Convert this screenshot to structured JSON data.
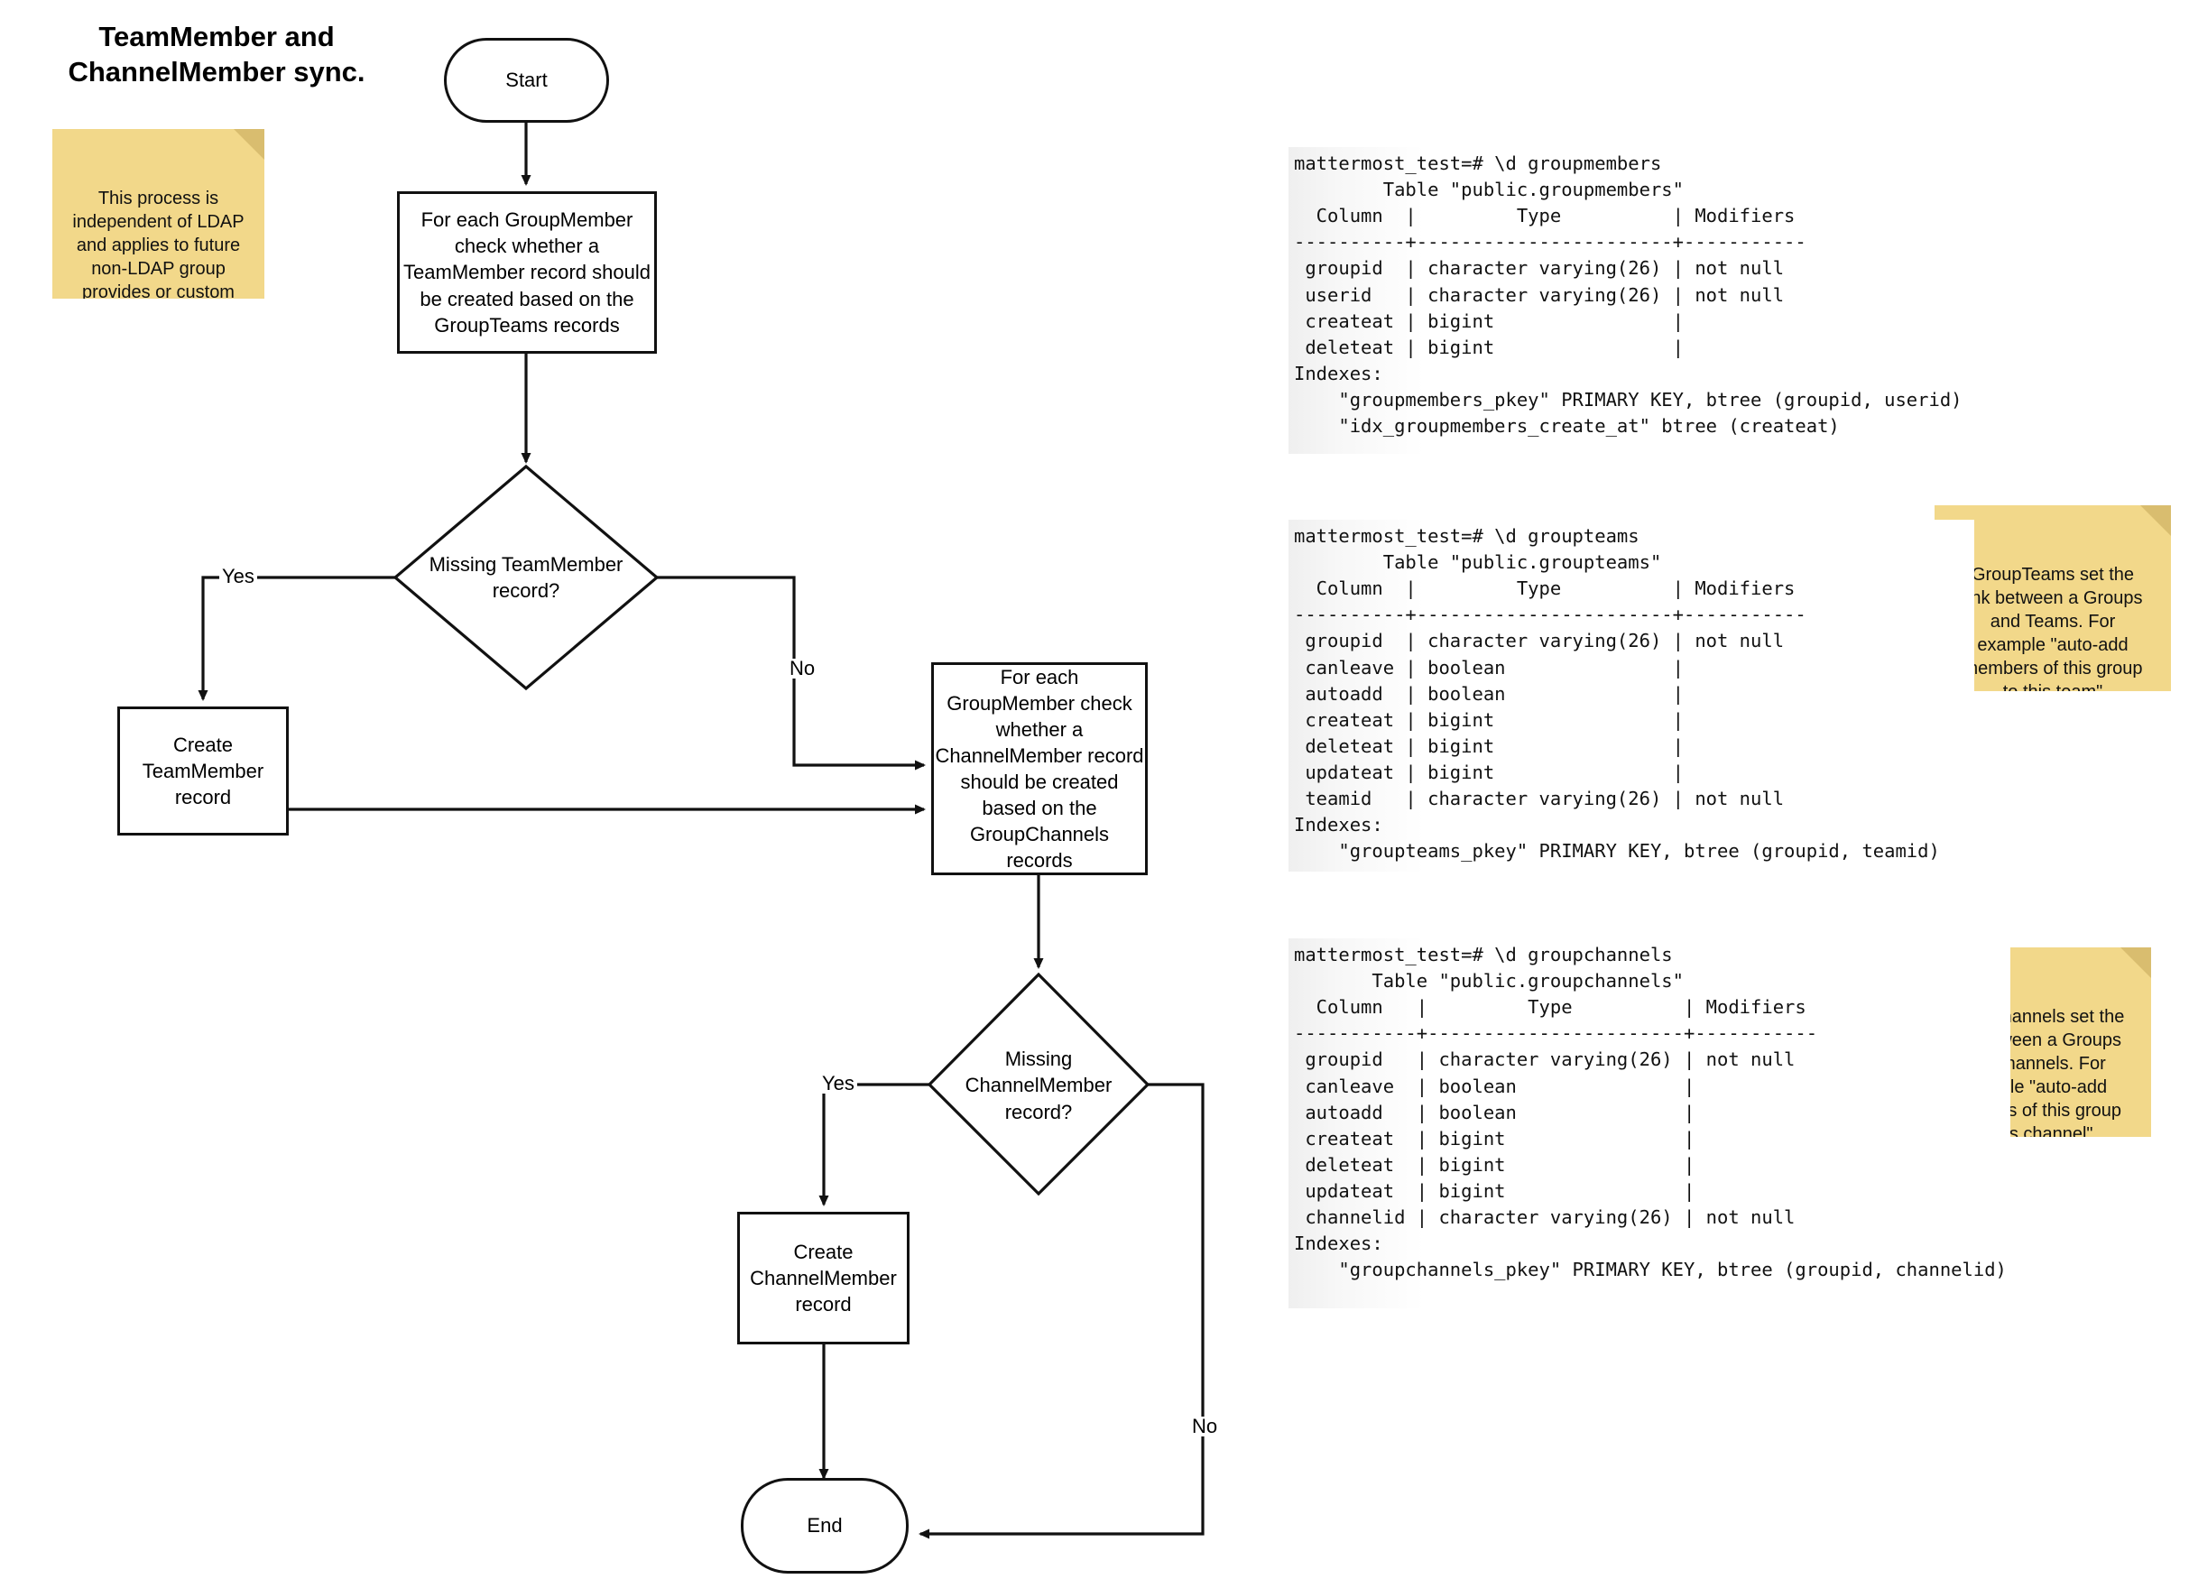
{
  "title": "TeamMember and\nChannelMember sync.",
  "flow": {
    "nodes": [
      {
        "id": "start",
        "type": "terminal",
        "label": "Start"
      },
      {
        "id": "proc1",
        "type": "process",
        "label": "For each GroupMember\ncheck whether a\nTeamMember record should\nbe created based on the\nGroupTeams records"
      },
      {
        "id": "decision1",
        "type": "decision",
        "label": "Missing TeamMember\nrecord?"
      },
      {
        "id": "createteam",
        "type": "process",
        "label": "Create\nTeamMember\nrecord"
      },
      {
        "id": "proc2",
        "type": "process",
        "label": "For each\nGroupMember check\nwhether a\nChannelMember record\nshould be created\nbased on the\nGroupChannels\nrecords"
      },
      {
        "id": "decision2",
        "type": "decision",
        "label": "Missing\nChannelMember\nrecord?"
      },
      {
        "id": "createchan",
        "type": "process",
        "label": "Create\nChannelMember\nrecord"
      },
      {
        "id": "end",
        "type": "terminal",
        "label": "End"
      }
    ],
    "edge_labels": {
      "d1_yes": "Yes",
      "d1_no": "No",
      "d2_yes": "Yes",
      "d2_no": "No"
    }
  },
  "notes": [
    {
      "id": "note-ldap",
      "text": "This process is\nindependent of LDAP\nand applies to future\nnon-LDAP group\nprovides or custom\ngroups"
    },
    {
      "id": "note-groupteams",
      "text": "GroupTeams set the\nlink between a Groups\nand Teams. For\nexample \"auto-add\nmembers of this group\nto this team\""
    },
    {
      "id": "note-groupchannels",
      "text": "GroupChannels set the\nlink between a Groups\nand Channels. For\nexample \"auto-add\nmembers of this group\nto this channel\""
    }
  ],
  "terminals": [
    {
      "id": "term-groupmembers",
      "prompt": "mattermost_test=# \\d groupmembers",
      "text": "mattermost_test=# \\d groupmembers\n        Table \"public.groupmembers\"\n  Column  |         Type          | Modifiers\n----------+-----------------------+-----------\n groupid  | character varying(26) | not null\n userid   | character varying(26) | not null\n createat | bigint                |\n deleteat | bigint                |\nIndexes:\n    \"groupmembers_pkey\" PRIMARY KEY, btree (groupid, userid)\n    \"idx_groupmembers_create_at\" btree (createat)"
    },
    {
      "id": "term-groupteams",
      "prompt": "mattermost_test=# \\d groupteams",
      "text": "mattermost_test=# \\d groupteams\n        Table \"public.groupteams\"\n  Column  |         Type          | Modifiers\n----------+-----------------------+-----------\n groupid  | character varying(26) | not null\n canleave | boolean               |\n autoadd  | boolean               |\n createat | bigint                |\n deleteat | bigint                |\n updateat | bigint                |\n teamid   | character varying(26) | not null\nIndexes:\n    \"groupteams_pkey\" PRIMARY KEY, btree (groupid, teamid)"
    },
    {
      "id": "term-groupchannels",
      "prompt": "mattermost_test=# \\d groupchannels",
      "text": "mattermost_test=# \\d groupchannels\n       Table \"public.groupchannels\"\n  Column   |         Type          | Modifiers\n-----------+-----------------------+-----------\n groupid   | character varying(26) | not null\n canleave  | boolean               |\n autoadd   | boolean               |\n createat  | bigint                |\n deleteat  | bigint                |\n updateat  | bigint                |\n channelid | character varying(26) | not null\nIndexes:\n    \"groupchannels_pkey\" PRIMARY KEY, btree (groupid, channelid)"
    }
  ],
  "colors": {
    "stroke": "#111111",
    "sticky": "#f2d88a",
    "sticky_fold": "#d9bd6f",
    "background": "#ffffff"
  }
}
